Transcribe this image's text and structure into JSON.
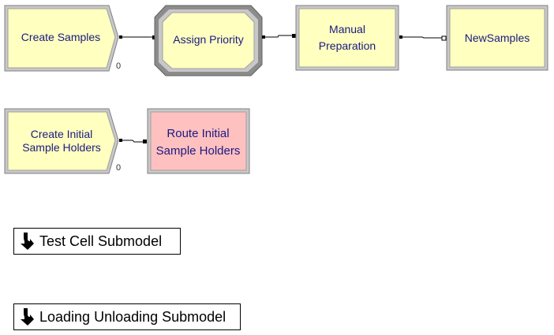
{
  "colors": {
    "module_fill": "#ffffc0",
    "route_fill": "#ffc0c0",
    "module_border": "#808080",
    "module_text": "#1a1a80"
  },
  "modules": {
    "create_samples": {
      "label": "Create Samples",
      "counter": "0"
    },
    "assign_priority": {
      "label": "Assign Priority"
    },
    "manual_preparation": {
      "line1": "Manual",
      "line2": "Preparation"
    },
    "new_samples": {
      "label": "NewSamples"
    },
    "create_initial": {
      "line1": "Create Initial",
      "line2": "Sample Holders",
      "counter": "0"
    },
    "route_initial": {
      "line1": "Route Initial",
      "line2": "Sample Holders"
    }
  },
  "submodels": {
    "test_cell": {
      "label": "Test Cell Submodel",
      "icon": "submodel-arrow-icon"
    },
    "loading_unloading": {
      "label": "Loading Unloading Submodel",
      "icon": "submodel-arrow-icon"
    }
  }
}
